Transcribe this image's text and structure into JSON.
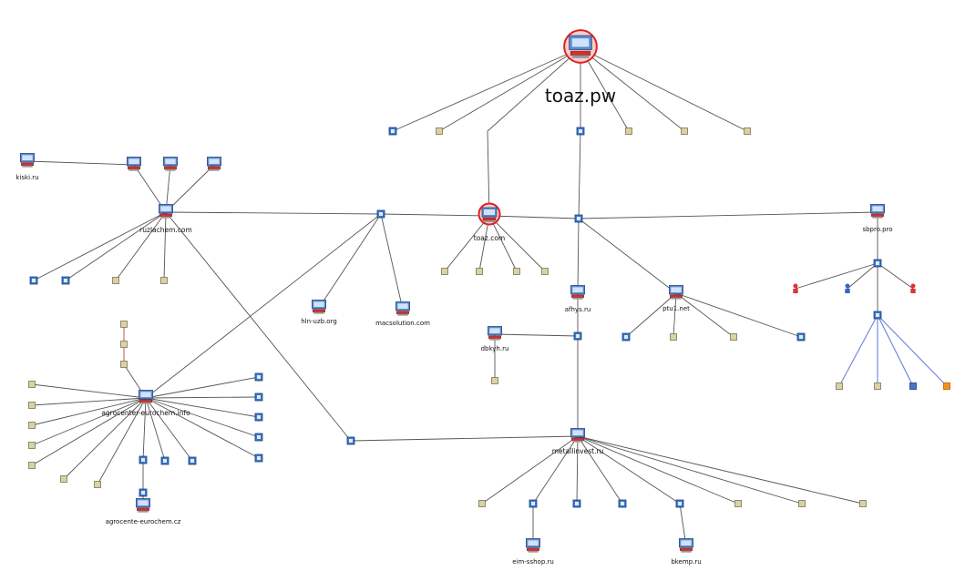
{
  "graph": {
    "root_label": "toaz.pw",
    "labels": {
      "toaz_com": "toaz.com",
      "kiski": "kiski.ru",
      "ruzlachem": "ruzlachem.com",
      "sbpro": "sbpro.pro",
      "afhys": "afhys.ru",
      "ptu1": "ptu1.net",
      "hlnuzb": "hln-uzb.org",
      "macsolution": "macsolution.com",
      "dbkyh": "dbkyh.ru",
      "agrocenter_info": "agrocenter-eurochem.info",
      "agrocenter_cz": "agrocente-eurochem.cz",
      "meta_bottom": "metallinvest.ru",
      "bottom_left_site": "eim-sshop.ru",
      "bottom_right_site": "bkemp.ru"
    }
  }
}
